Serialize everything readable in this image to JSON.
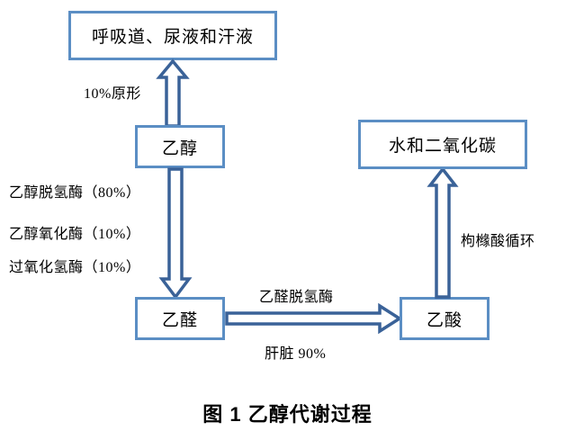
{
  "diagram": {
    "caption": "图 1  乙醇代谢过程",
    "colors": {
      "box_border": "#5b8ec4",
      "arrow_stroke": "#3a6298",
      "arrow_fill": "#ffffff",
      "text": "#000000",
      "background": "#ffffff"
    },
    "nodes": [
      {
        "id": "excretion",
        "label": "呼吸道、尿液和汗液"
      },
      {
        "id": "ethanol",
        "label": "乙醇"
      },
      {
        "id": "acetaldehyde",
        "label": "乙醛"
      },
      {
        "id": "acetate",
        "label": "乙酸"
      },
      {
        "id": "water_co2",
        "label": "水和二氧化碳"
      }
    ],
    "edge_labels": {
      "ethanol_to_excretion": "10%原形",
      "enzyme_line_1": "乙醇脱氢酶（80%）",
      "enzyme_line_2": "乙醇氧化酶（10%）",
      "enzyme_line_3": "过氧化氢酶（10%）",
      "acetaldehyde_to_acetate_top": "乙醛脱氢酶",
      "acetaldehyde_to_acetate_bottom": "肝脏 90%",
      "acetate_to_water_co2": "枸橼酸循环"
    },
    "arrows": [
      {
        "id": "arrow-ethanol-up",
        "direction": "up",
        "from": "ethanol",
        "to": "excretion"
      },
      {
        "id": "arrow-ethanol-down",
        "direction": "down",
        "from": "ethanol",
        "to": "acetaldehyde"
      },
      {
        "id": "arrow-acetaldehyde-right",
        "direction": "right",
        "from": "acetaldehyde",
        "to": "acetate"
      },
      {
        "id": "arrow-acetate-up",
        "direction": "up",
        "from": "acetate",
        "to": "water_co2"
      }
    ]
  }
}
